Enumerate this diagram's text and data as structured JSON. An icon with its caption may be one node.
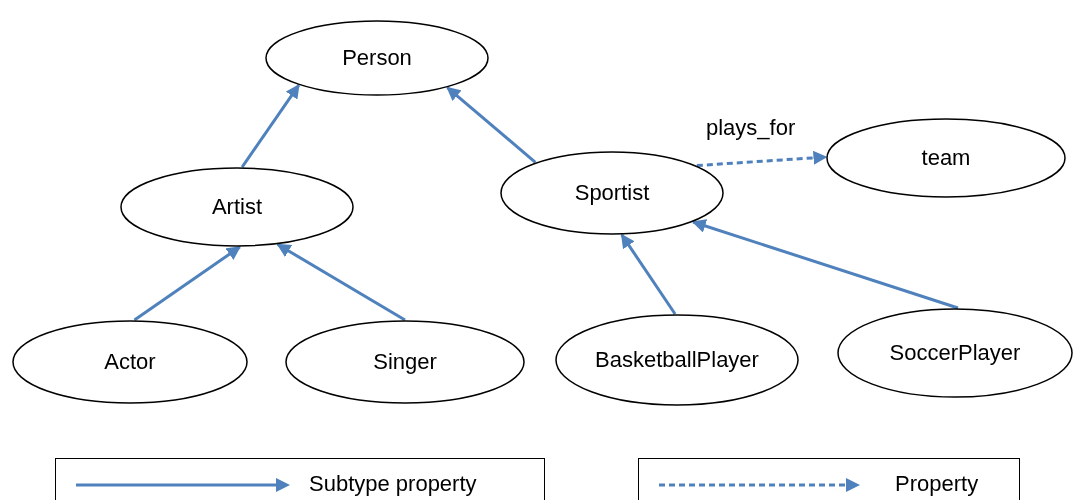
{
  "diagram": {
    "nodes": [
      {
        "text": [
          "Person"
        ]
      },
      {
        "text": [
          "Artist"
        ]
      },
      {
        "text": [
          "Sportist"
        ]
      },
      {
        "text": [
          "team"
        ]
      },
      {
        "text": [
          "Actor"
        ]
      },
      {
        "text": [
          "Singer"
        ]
      },
      {
        "text": [
          "BasketballPlayer"
        ]
      },
      {
        "text": [
          "SoccerPlayer"
        ]
      }
    ],
    "edges": [
      {
        "from": 1,
        "to": 0,
        "arrow": "to"
      },
      {
        "from": 2,
        "to": 0,
        "arrow": "to"
      },
      {
        "from": 4,
        "to": 1,
        "arrow": "to"
      },
      {
        "from": 5,
        "to": 1,
        "arrow": "to"
      },
      {
        "from": 6,
        "to": 2,
        "arrow": "to"
      },
      {
        "from": 7,
        "to": 2,
        "arrow": "to"
      },
      {
        "from": 2,
        "to": 3,
        "arrow": "to",
        "label": "plays_for",
        "style": "dashed"
      }
    ],
    "legend": [
      {
        "text": "Subtype property"
      },
      {
        "text": "Property"
      }
    ]
  }
}
